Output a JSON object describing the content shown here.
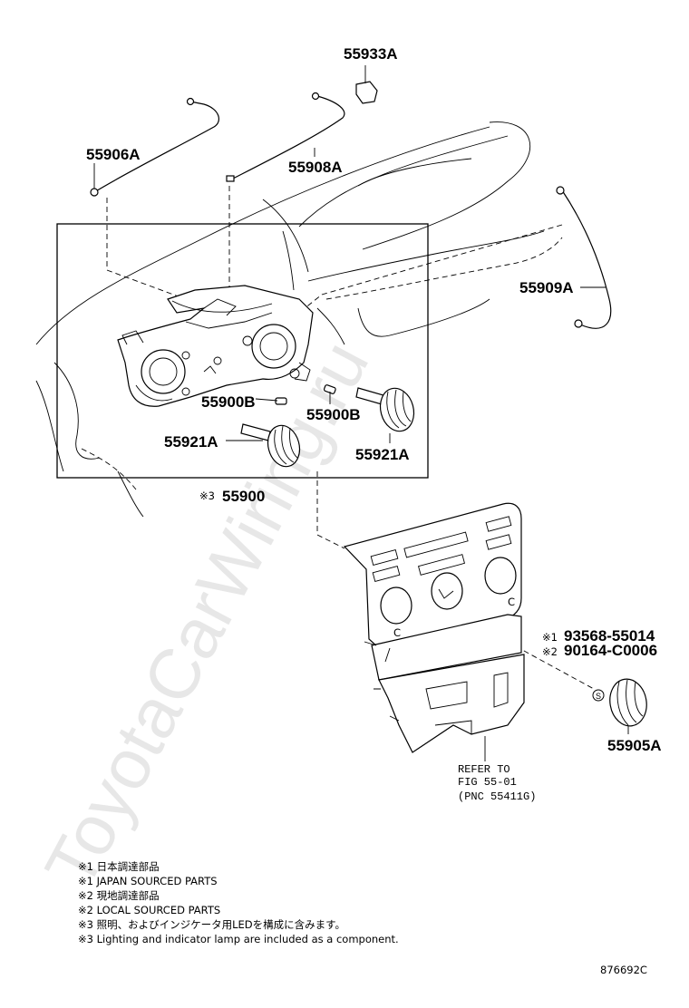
{
  "watermark": "ToyotaCarWiring.ru",
  "labels": {
    "l55933A": "55933A",
    "l55906A": "55906A",
    "l55908A": "55908A",
    "l55909A": "55909A",
    "l55900B_1": "55900B",
    "l55900B_2": "55900B",
    "l55921A_1": "55921A",
    "l55921A_2": "55921A",
    "l55900_mark": "※3",
    "l55900": "55900",
    "l_alt1_mark": "※1",
    "l_alt1": "93568-55014",
    "l_alt2_mark": "※2",
    "l_alt2": "90164-C0006",
    "l55905A": "55905A",
    "refer1": "REFER TO",
    "refer2": "FIG 55-01",
    "refer3": "(PNC 55411G)",
    "c_left": "C",
    "c_right": "C"
  },
  "notes": [
    "※1 日本調達部品",
    "※1 JAPAN SOURCED PARTS",
    "※2 現地調達部品",
    "※2 LOCAL SOURCED PARTS",
    "※3 照明、およびインジケータ用LEDを構成に含みます。",
    "※3 Lighting and indicator lamp are included as a component."
  ],
  "figure_id": "876692C"
}
